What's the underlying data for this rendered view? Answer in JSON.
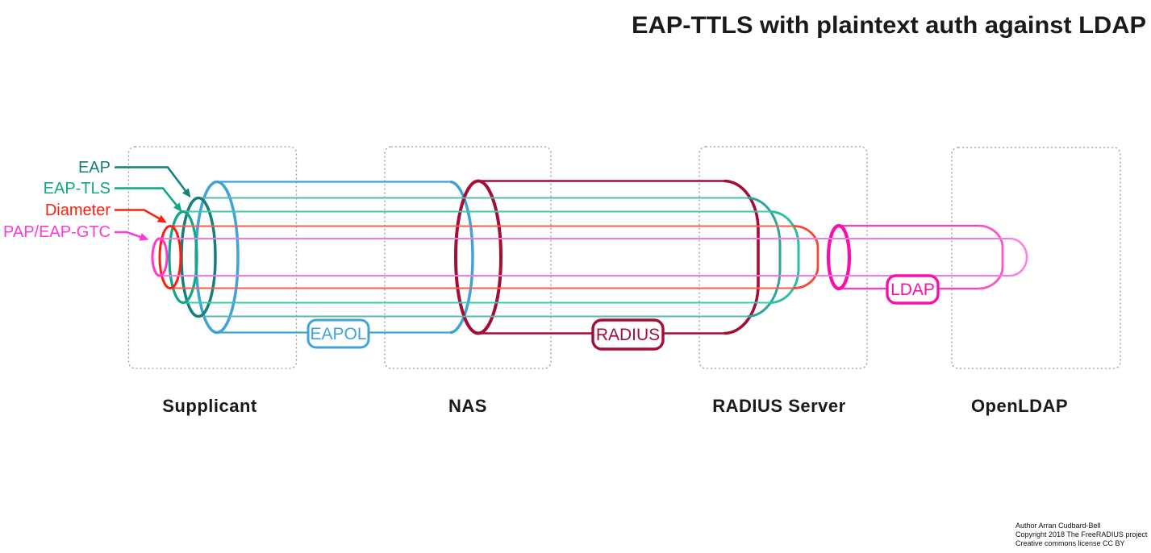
{
  "title": "EAP-TTLS with plaintext auth against LDAP",
  "nodes": [
    {
      "label": "Supplicant"
    },
    {
      "label": "NAS"
    },
    {
      "label": "RADIUS Server"
    },
    {
      "label": "OpenLDAP"
    }
  ],
  "legend": {
    "items": [
      {
        "label": "EAP",
        "color": "#15807B"
      },
      {
        "label": "EAP-TLS",
        "color": "#0CA889"
      },
      {
        "label": "Diameter",
        "color": "#FF1E0E"
      },
      {
        "label": "PAP/EAP-GTC",
        "color": "#FF38DA"
      }
    ]
  },
  "carriers": [
    {
      "label": "EAPOL",
      "color": "#3FA2DA"
    },
    {
      "label": "RADIUS",
      "color": "#A50D36"
    },
    {
      "label": "LDAP",
      "color": "#FA0FAE"
    }
  ],
  "footer": {
    "lines": [
      "Author Arran Cudbard-Bell",
      "Copyright 2018 The FreeRADIUS project",
      "Creative commons license CC BY"
    ]
  }
}
